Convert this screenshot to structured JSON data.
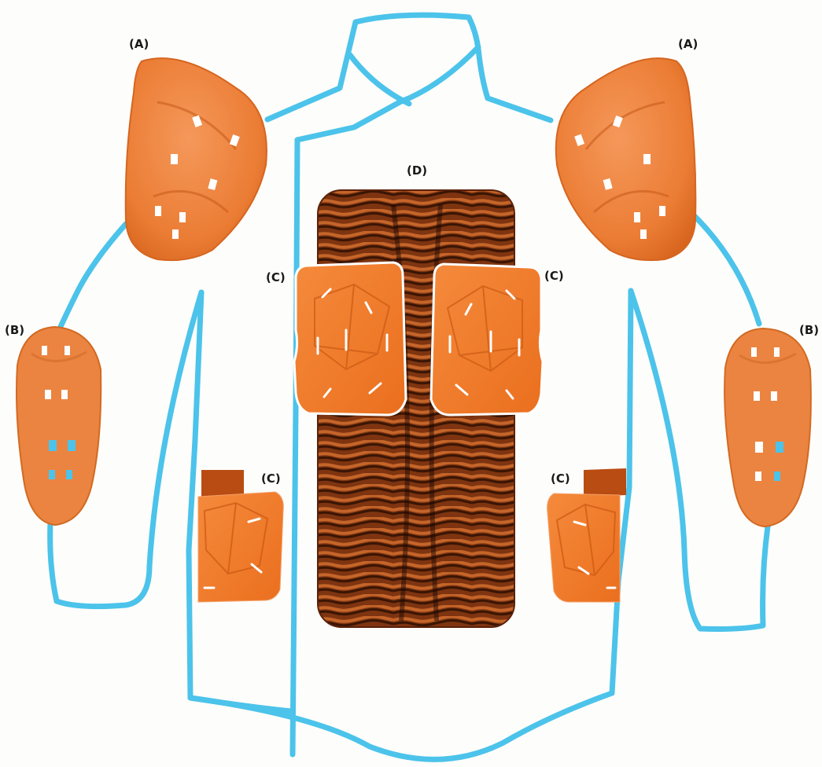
{
  "labels": {
    "shoulder": "(A)",
    "elbow": "(B)",
    "chest": "(C)",
    "back": "(D)"
  },
  "colors": {
    "outline": "#4cc3ea",
    "armor": "#f07e2e",
    "armor_dark": "#e5691c",
    "armor_light": "#f59a55",
    "back_light": "#b4571e",
    "back_dark": "#4a1c06",
    "background": "#fdfdfb"
  },
  "icons": {
    "shoulder": "shoulder-pad-icon",
    "elbow": "elbow-pad-icon",
    "chest": "chest-pad-icon",
    "back": "back-protector-icon"
  }
}
